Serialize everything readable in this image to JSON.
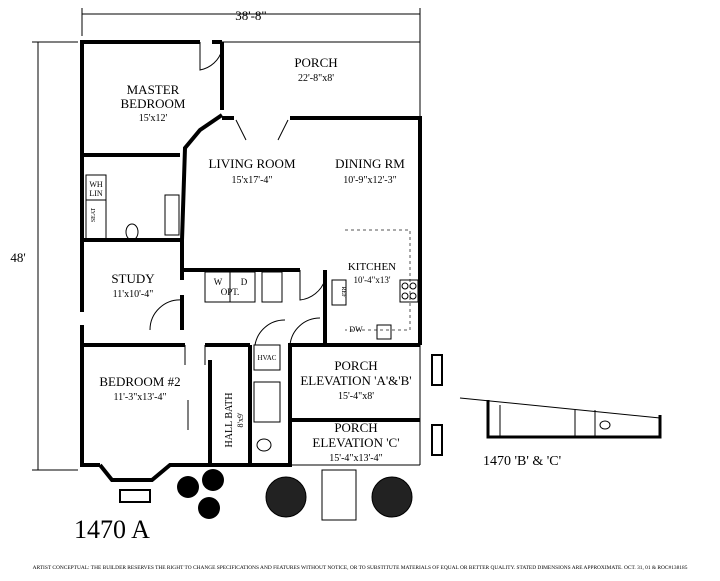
{
  "plan": {
    "id": "1470 A",
    "overall_width": "38'-8\"",
    "overall_depth": "48'",
    "alt_elevation_label": "1470 'B' & 'C'",
    "rooms": {
      "porch": {
        "name": "PORCH",
        "size": "22'-8\"x8'"
      },
      "master_bedroom": {
        "name1": "MASTER",
        "name2": "BEDROOM",
        "size": "15'x12'"
      },
      "living_room": {
        "name": "LIVING ROOM",
        "size": "15'x17'-4\""
      },
      "dining_room": {
        "name": "DINING RM",
        "size": "10'-9\"x12'-3\""
      },
      "kitchen": {
        "name": "KITCHEN",
        "size": "10'-4\"x13'"
      },
      "study": {
        "name": "STUDY",
        "size": "11'x10'-4\""
      },
      "bedroom2": {
        "name": "BEDROOM #2",
        "size": "11'-3\"x13'-4\""
      },
      "hall_bath": {
        "name": "HALL BATH",
        "size": "8'x9'"
      },
      "porch_ab": {
        "name1": "PORCH",
        "name2": "ELEVATION 'A'&'B'",
        "size": "15'-4\"x8'"
      },
      "porch_c": {
        "name1": "PORCH",
        "name2": "ELEVATION 'C'",
        "size": "15'-4\"x13'-4\""
      }
    },
    "fixtures": {
      "wh": "WH",
      "lin": "LIN",
      "seat": "SEAT",
      "w": "W",
      "d": "D",
      "opt": "OPT.",
      "ref": "REF",
      "dw": "DW",
      "hvac": "HVAC"
    }
  },
  "footer": "ARTIST CONCEPTUAL: THE BUILDER RESERVES THE RIGHT TO CHANGE SPECIFICATIONS AND FEATURES WITHOUT NOTICE, OR TO SUBSTITUTE MATERIALS OF EQUAL OR BETTER QUALITY. STATED DIMENSIONS ARE APPROXIMATE. OCT. 31, 01 & ROC#138185"
}
